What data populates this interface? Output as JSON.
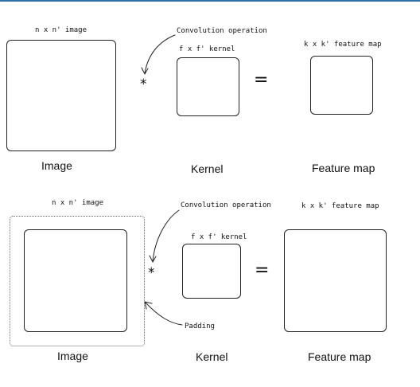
{
  "top": {
    "image_dims": "n x n' image",
    "conv_label": "Convolution operation",
    "kernel_dims": "f x f' kernel",
    "feature_dims": "k x k' feature map",
    "multiply_symbol": "*",
    "equals_symbol": "=",
    "image_caption": "Image",
    "kernel_caption": "Kernel",
    "feature_caption": "Feature map"
  },
  "bottom": {
    "image_dims": "n x n' image",
    "conv_label": "Convolution operation",
    "kernel_dims": "f x f' kernel",
    "feature_dims": "k x k' feature map",
    "padding_label": "Padding",
    "multiply_symbol": "*",
    "equals_symbol": "=",
    "image_caption": "Image",
    "kernel_caption": "Kernel",
    "feature_caption": "Feature map"
  }
}
